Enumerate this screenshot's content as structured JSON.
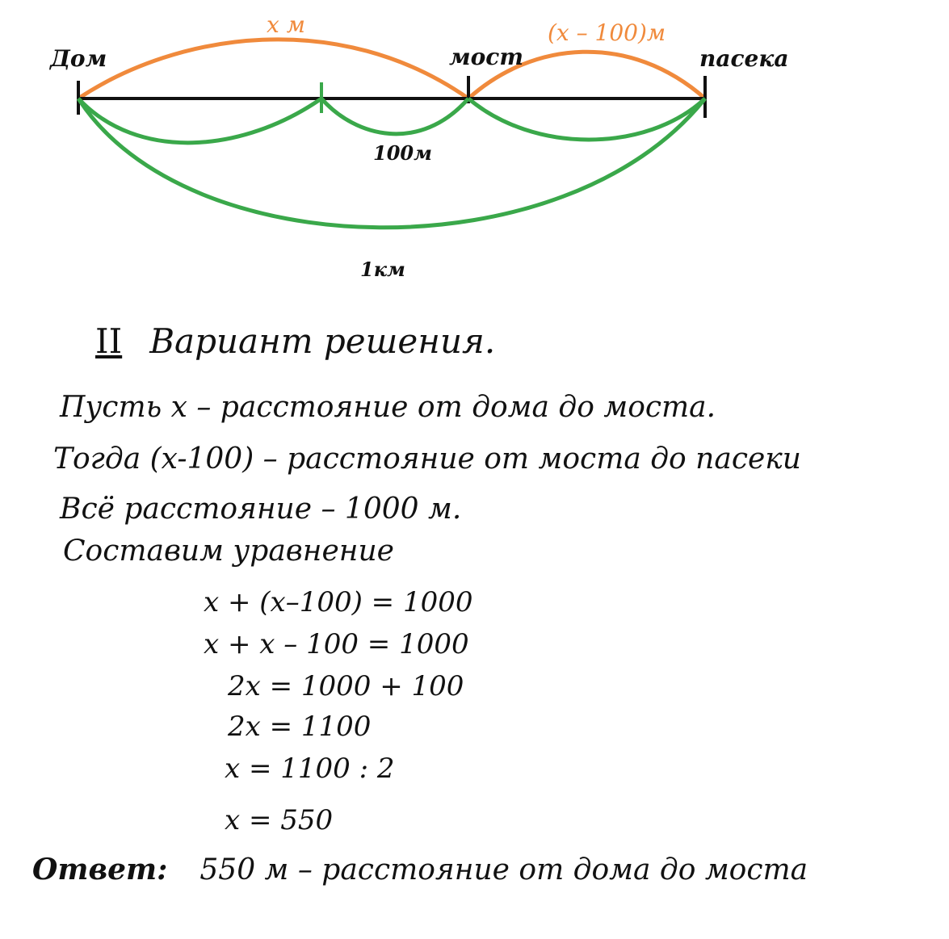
{
  "diagram": {
    "points": {
      "home": "Дом",
      "bridge": "мост",
      "apiary": "пасека"
    },
    "labels": {
      "home_to_bridge": "x м",
      "bridge_to_apiary": "(x – 100)м",
      "difference": "100м",
      "total": "1км"
    },
    "colors": {
      "axis": "#111111",
      "orange_arc": "#f08a3c",
      "green_arc": "#3aa84a"
    }
  },
  "solution": {
    "heading_roman": "II",
    "heading_text": "Вариант решения.",
    "lines": [
      "Пусть  x – расстояние  от  дома  до моста.",
      "Тогда  (x-100) – расстояние  от  моста до пасеки",
      "Всё расстояние –   1000 м.",
      "Составим  уравнение"
    ],
    "equations": [
      "x +  (x–100) = 1000",
      "x + x – 100 = 1000",
      "2x = 1000 + 100",
      "2x = 1100",
      "x = 1100 : 2",
      "x = 550"
    ],
    "answer_label": "Ответ:",
    "answer_text": "550 м – расстояние  от  дома до моста"
  }
}
